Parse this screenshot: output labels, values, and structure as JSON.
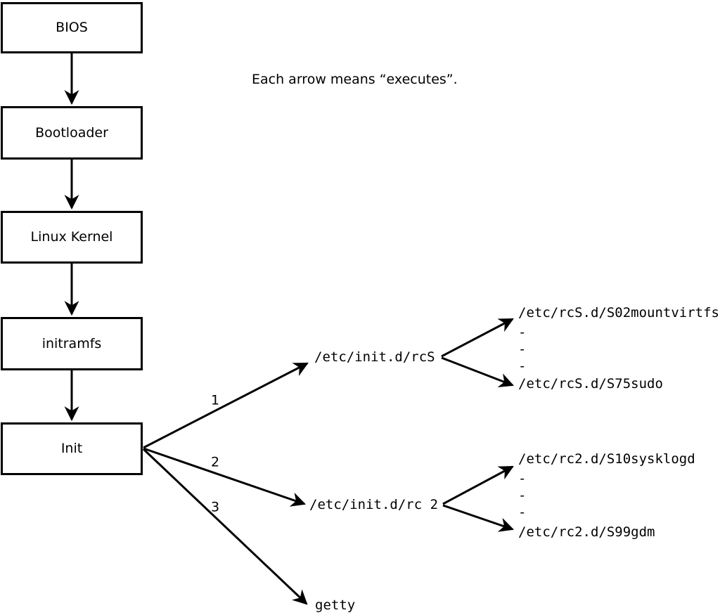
{
  "caption": "Each arrow means “executes”.",
  "chain": [
    {
      "label": "BIOS"
    },
    {
      "label": "Bootloader"
    },
    {
      "label": "Linux Kernel"
    },
    {
      "label": "initramfs"
    },
    {
      "label": "Init"
    }
  ],
  "edge_labels": {
    "rcS": "1",
    "rc2": "2",
    "getty": "3"
  },
  "nodes": {
    "rcS": "/etc/init.d/rcS",
    "rc2": "/etc/init.d/rc 2",
    "getty": "getty"
  },
  "rcS_children": [
    "/etc/rcS.d/S02mountvirtfs",
    "-",
    "-",
    "-",
    "/etc/rcS.d/S75sudo"
  ],
  "rc2_children": [
    "/etc/rc2.d/S10sysklogd",
    "-",
    "-",
    "-",
    "/etc/rc2.d/S99gdm"
  ],
  "colors": {
    "line": "#000000",
    "background": "#ffffff"
  }
}
